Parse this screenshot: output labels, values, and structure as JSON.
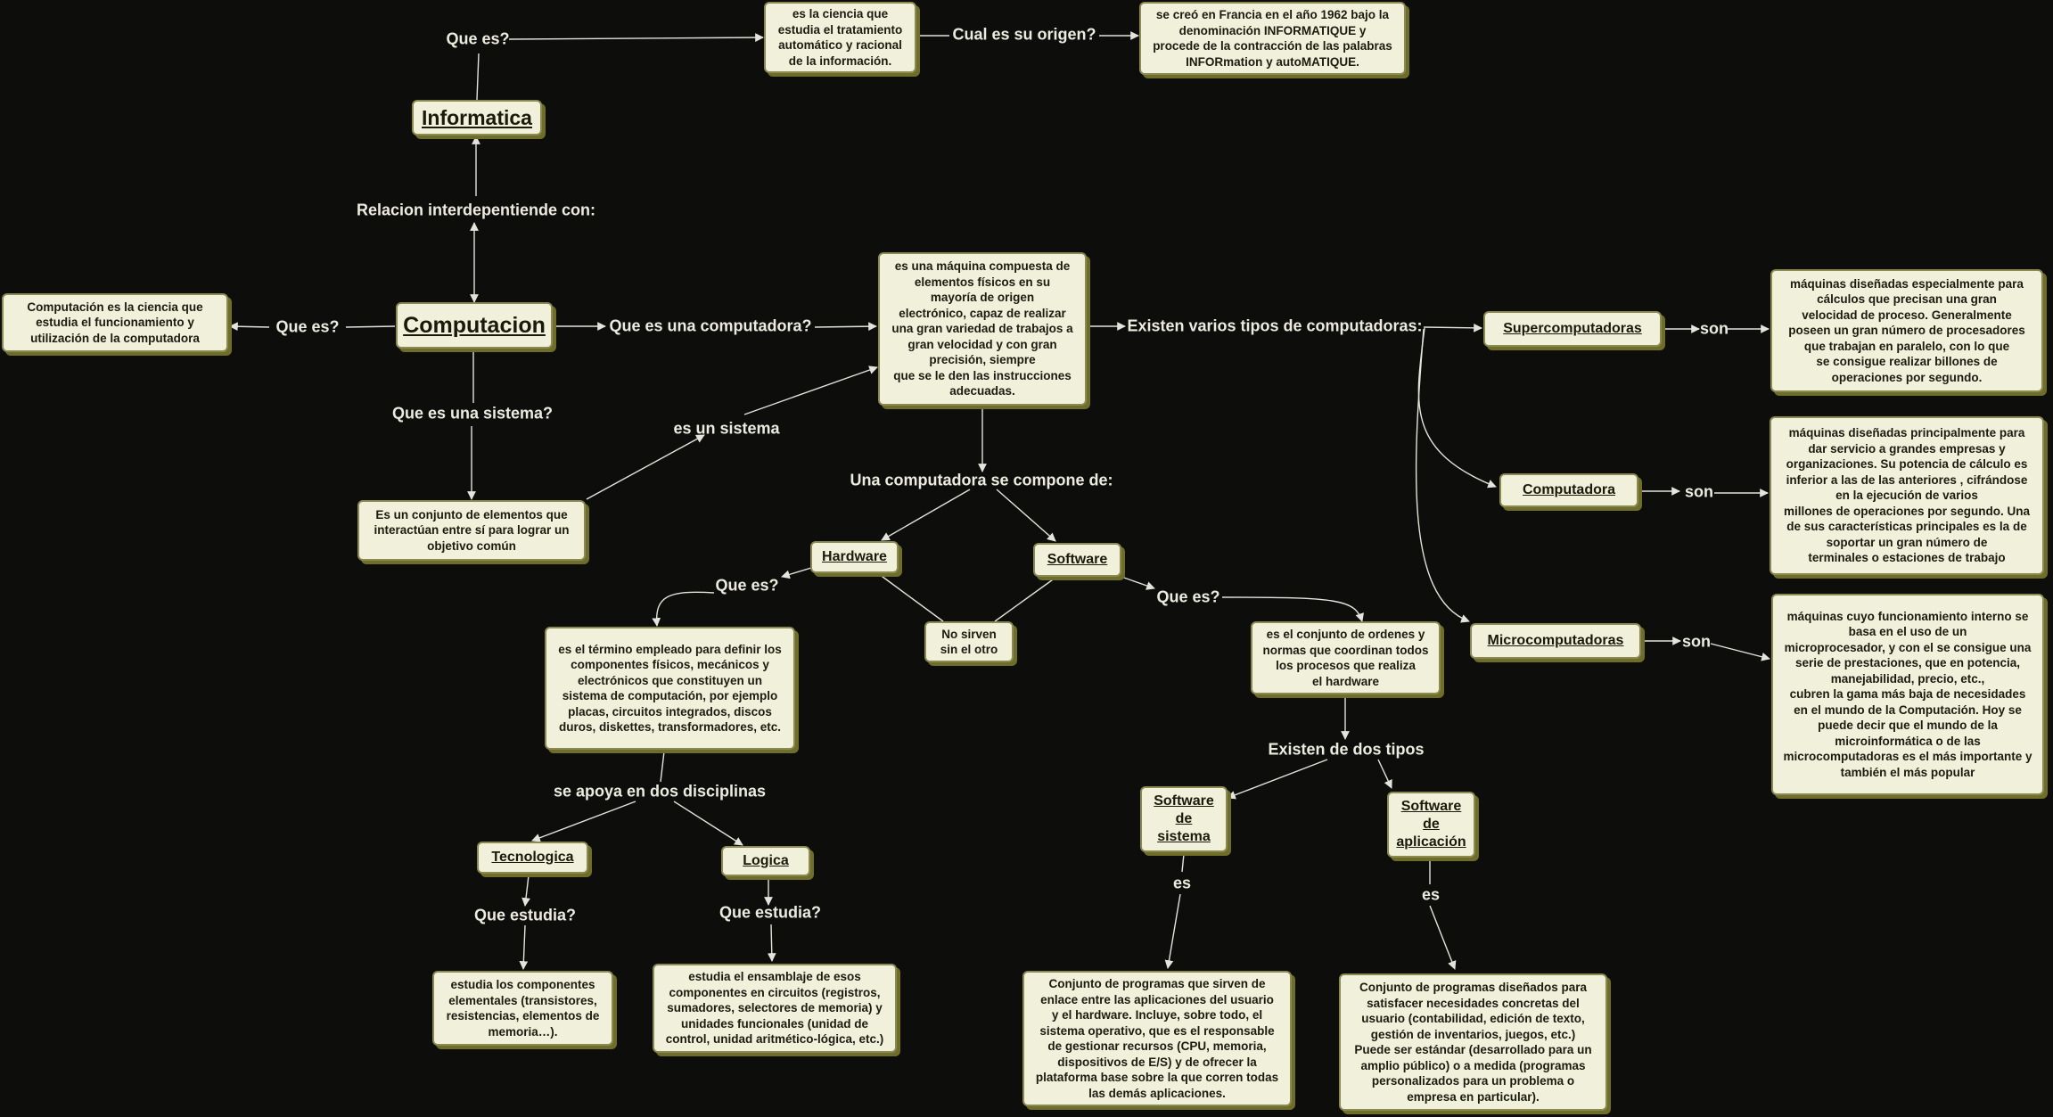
{
  "nodes": {
    "informatica": "Informatica",
    "def_informatica": "es la ciencia que\nestudia el tratamiento\nautomático y racional\nde la información.",
    "origen": "se creó en Francia en el año 1962 bajo la\ndenominación INFORMATIQUE y\nprocede de la contracción de las palabras\nINFORmation y autoMATIQUE.",
    "computacion": "Computacion",
    "def_computacion": "Computación es la ciencia que\nestudia el funcionamiento y\nutilización de la computadora",
    "def_computadora": "es una máquina compuesta de\nelementos físicos en su\nmayoría de origen\nelectrónico, capaz de realizar\nuna gran variedad de trabajos a\ngran velocidad y con gran\nprecisión, siempre\nque se le den las instrucciones\nadecuadas.",
    "def_sistema": "Es un conjunto de elementos que\ninteractúan entre sí para lograr un\nobjetivo común",
    "supercomputadoras": "Supercomputadoras",
    "computadora": "Computadora",
    "microcomputadoras": "Microcomputadoras",
    "def_super": "máquinas diseñadas especialmente para\ncálculos que precisan una gran\nvelocidad de proceso. Generalmente\nposeen un gran número de procesadores\nque trabajan en paralelo, con lo que\nse consigue realizar billones de\noperaciones por segundo.",
    "def_compu": "máquinas diseñadas principalmente para\ndar servicio a grandes empresas y\norganizaciones. Su potencia de cálculo es\ninferior a las de las anteriores , cifrándose\nen la ejecución de varios\nmillones de operaciones por segundo. Una\nde sus características principales es la de\nsoportar un gran número de\nterminales o estaciones de trabajo",
    "def_micro": "máquinas cuyo funcionamiento interno se\nbasa en el uso de un\nmicroprocesador, y con el se consigue una\nserie de prestaciones, que en potencia,\nmanejabilidad, precio, etc.,\ncubren la gama más baja de necesidades\nen el mundo de la Computación. Hoy se\npuede decir que el mundo de la\nmicroinformática o de las\nmicrocomputadoras es el más importante y\ntambién el más popular",
    "hardware": "Hardware",
    "software": "Software",
    "no_sirven": "No sirven\nsin el otro",
    "def_hardware": "es el término empleado para definir los\ncomponentes físicos, mecánicos y\nelectrónicos que constituyen un\nsistema de computación, por ejemplo\nplacas, circuitos integrados, discos\nduros, diskettes, transformadores, etc.",
    "def_software": "es el conjunto de ordenes y\nnormas que coordinan todos\nlos procesos que realiza\nel hardware",
    "tecnologica": "Tecnologica",
    "logica": "Logica",
    "def_tecnologica": "estudia los componentes\nelementales (transistores,\nresistencias, elementos de\nmemoria…).",
    "def_logica": "estudia el ensamblaje de esos\ncomponentes en circuitos (registros,\nsumadores, selectores de memoria) y\nunidades funcionales (unidad de\ncontrol, unidad aritmético-lógica, etc.)",
    "sw_sistema": "Software\nde\nsistema",
    "sw_aplicacion": "Software\nde\naplicación",
    "def_sw_sistema": "Conjunto de programas que sirven de\nenlace entre las aplicaciones del usuario\ny el hardware. Incluye, sobre todo, el\nsistema operativo, que es el responsable\nde gestionar recursos (CPU, memoria,\ndispositivos de E/S) y de ofrecer la\nplataforma base sobre la que corren todas\nlas demás aplicaciones.",
    "def_sw_aplicacion": "Conjunto de programas diseñados para\nsatisfacer necesidades concretas del\nusuario (contabilidad, edición de texto,\ngestión de inventarios, juegos, etc.)\nPuede ser estándar (desarrollado para un\namplio público) o a medida (programas\npersonalizados para un problema o\nempresa en particular)."
  },
  "labels": {
    "que_es_1": "Que es?",
    "cual_origen": "Cual es su origen?",
    "relacion": "Relacion interdepentiende con:",
    "que_es_2": "Que es?",
    "que_es_computadora": "Que es una computadora?",
    "existen_tipos": "Existen varios tipos de computadoras:",
    "son_1": "son",
    "son_2": "son",
    "son_3": "son",
    "que_es_sistema": "Que es una sistema?",
    "es_un_sistema": "es un sistema",
    "se_compone": "Una computadora se compone de:",
    "que_es_hw": "Que es?",
    "que_es_sw": "Que es?",
    "se_apoya": "se apoya en dos disciplinas",
    "que_estudia_1": "Que estudia?",
    "que_estudia_2": "Que estudia?",
    "existen_dos": "Existen de dos tipos",
    "es_1": "es",
    "es_2": "es"
  },
  "colors": {
    "background": "#0d0d0b",
    "node_fill": "#f1f0da",
    "node_border": "#8b8a52",
    "node_shadow": "#6f6d2a",
    "line": "#e4e4dc",
    "label_text": "#ecebdf"
  }
}
